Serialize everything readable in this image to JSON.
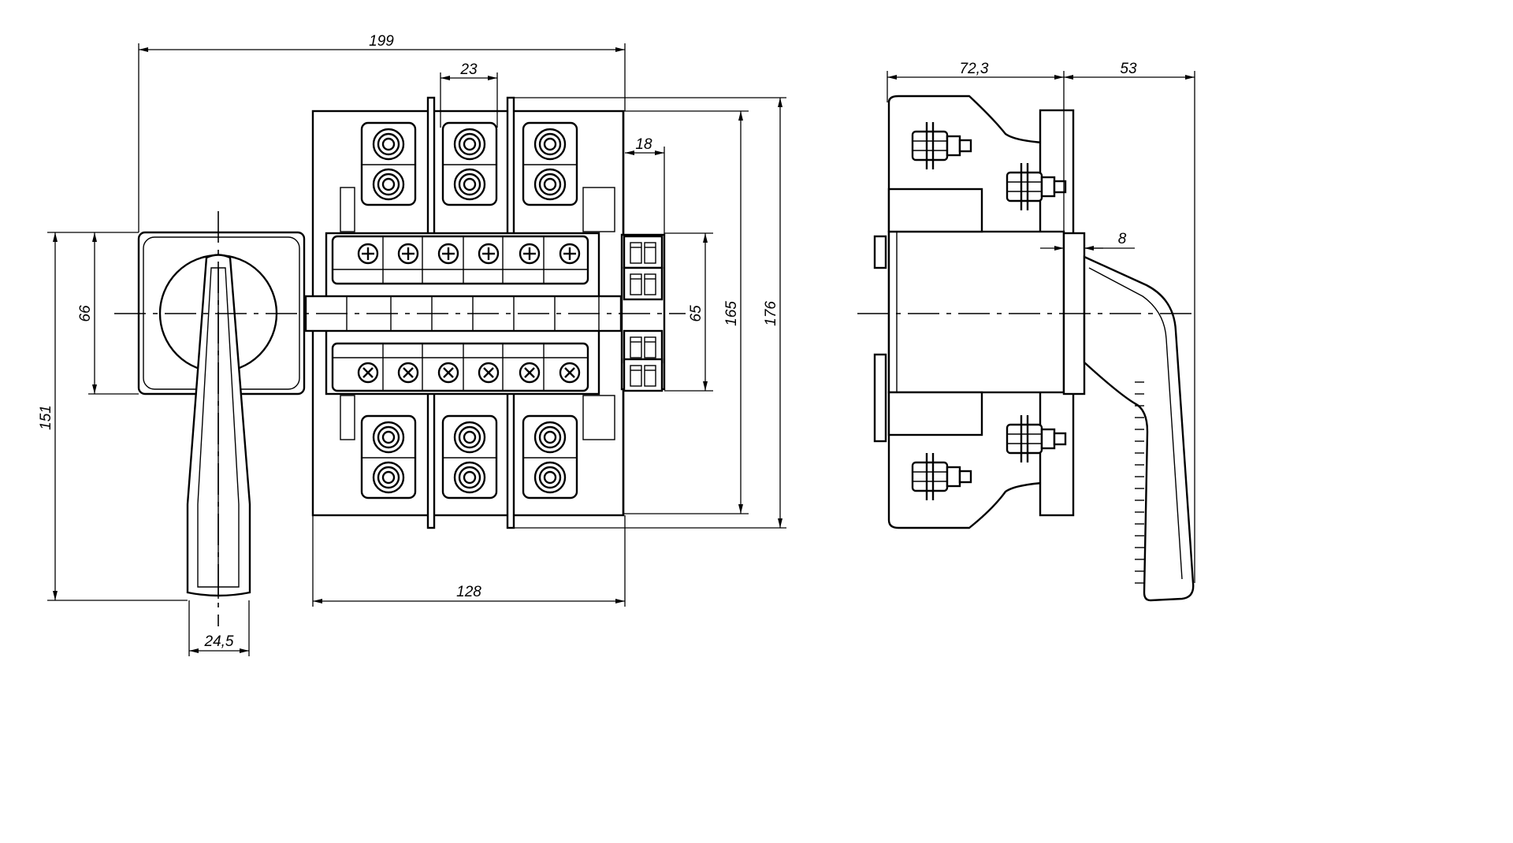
{
  "dimensions": {
    "overall_width": "199",
    "pole_pitch": "23",
    "terminal_offset": "18",
    "width_72": "72,3",
    "handle_depth": "53",
    "handle_offset": "8",
    "height_66": "66",
    "height_151": "151",
    "height_65": "65",
    "height_165": "165",
    "height_176": "176",
    "base_width": "128",
    "handle_width": "24,5"
  }
}
